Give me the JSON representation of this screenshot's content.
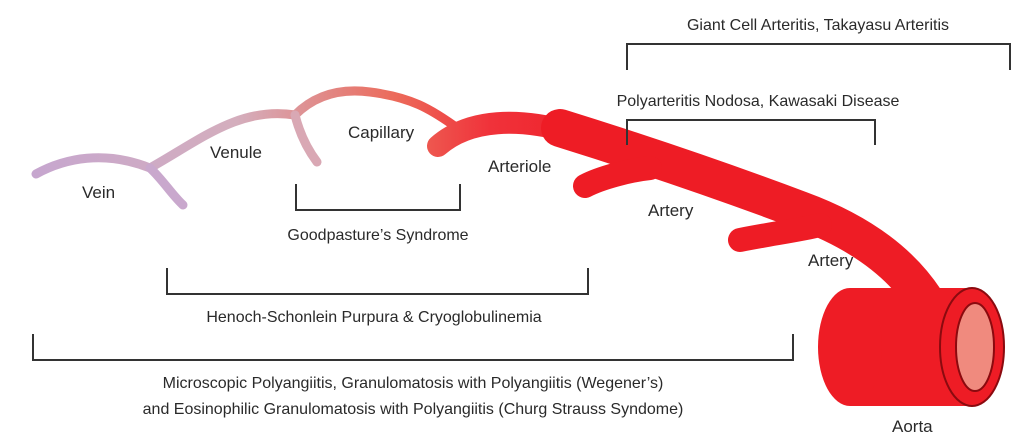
{
  "colors": {
    "vein": "#c6a6cf",
    "venule": "#d4aebd",
    "capillary": "#ec6a5a",
    "arteriole": "#f0323a",
    "artery": "#ee1c25",
    "aorta_lumen": "#f08a7e",
    "aorta_edge": "#8b0a0f",
    "text": "#2a2a2a",
    "bracket": "#333333"
  },
  "vessels": {
    "vein": "Vein",
    "venule": "Venule",
    "capillary": "Capillary",
    "arteriole": "Arteriole",
    "artery_1": "Artery",
    "artery_2": "Artery",
    "aorta": "Aorta"
  },
  "brackets": {
    "giant_cell": "Giant Cell Arteritis, Takayasu Arteritis",
    "polyarteritis": "Polyarteritis Nodosa, Kawasaki Disease",
    "goodpasture": "Goodpasture’s Syndrome",
    "henoch": "Henoch-Schonlein Purpura & Cryoglobulinemia",
    "anca_line1": "Microscopic Polyangiitis, Granulomatosis with Polyangiitis (Wegener’s)",
    "anca_line2": "and Eosinophilic Granulomatosis with Polyangiitis (Churg Strauss Syndome)"
  }
}
